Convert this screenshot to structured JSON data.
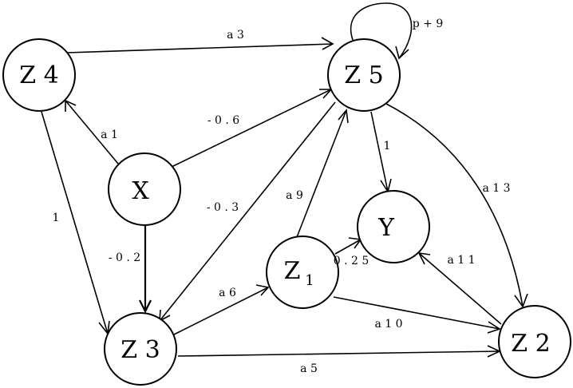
{
  "nodes": {
    "z4": {
      "label": "Z 4",
      "sub": ""
    },
    "z5": {
      "label": "Z 5",
      "sub": ""
    },
    "x": {
      "label": "X",
      "sub": ""
    },
    "y": {
      "label": "Y",
      "sub": ""
    },
    "z1": {
      "label": "Z",
      "sub": "1"
    },
    "z3": {
      "label": "Z 3",
      "sub": ""
    },
    "z2": {
      "label": "Z 2",
      "sub": ""
    }
  },
  "edges": {
    "z4_z5": "a 3",
    "z5_self": "p + 9",
    "x_z4": "a 1",
    "x_z5": "- 0 . 6",
    "z4_z3": "1",
    "z5_y": "1",
    "z5_z2": "a 1 3",
    "z5_z3": "- 0 . 3",
    "z1_z5": "a 9",
    "x_z3": "- 0 . 2",
    "z1_y": "0 . 2 5",
    "z2_y": "a 1 1",
    "z3_z1": "a 6",
    "z1_z2": "a 1 0",
    "z3_z2": "a 5"
  }
}
